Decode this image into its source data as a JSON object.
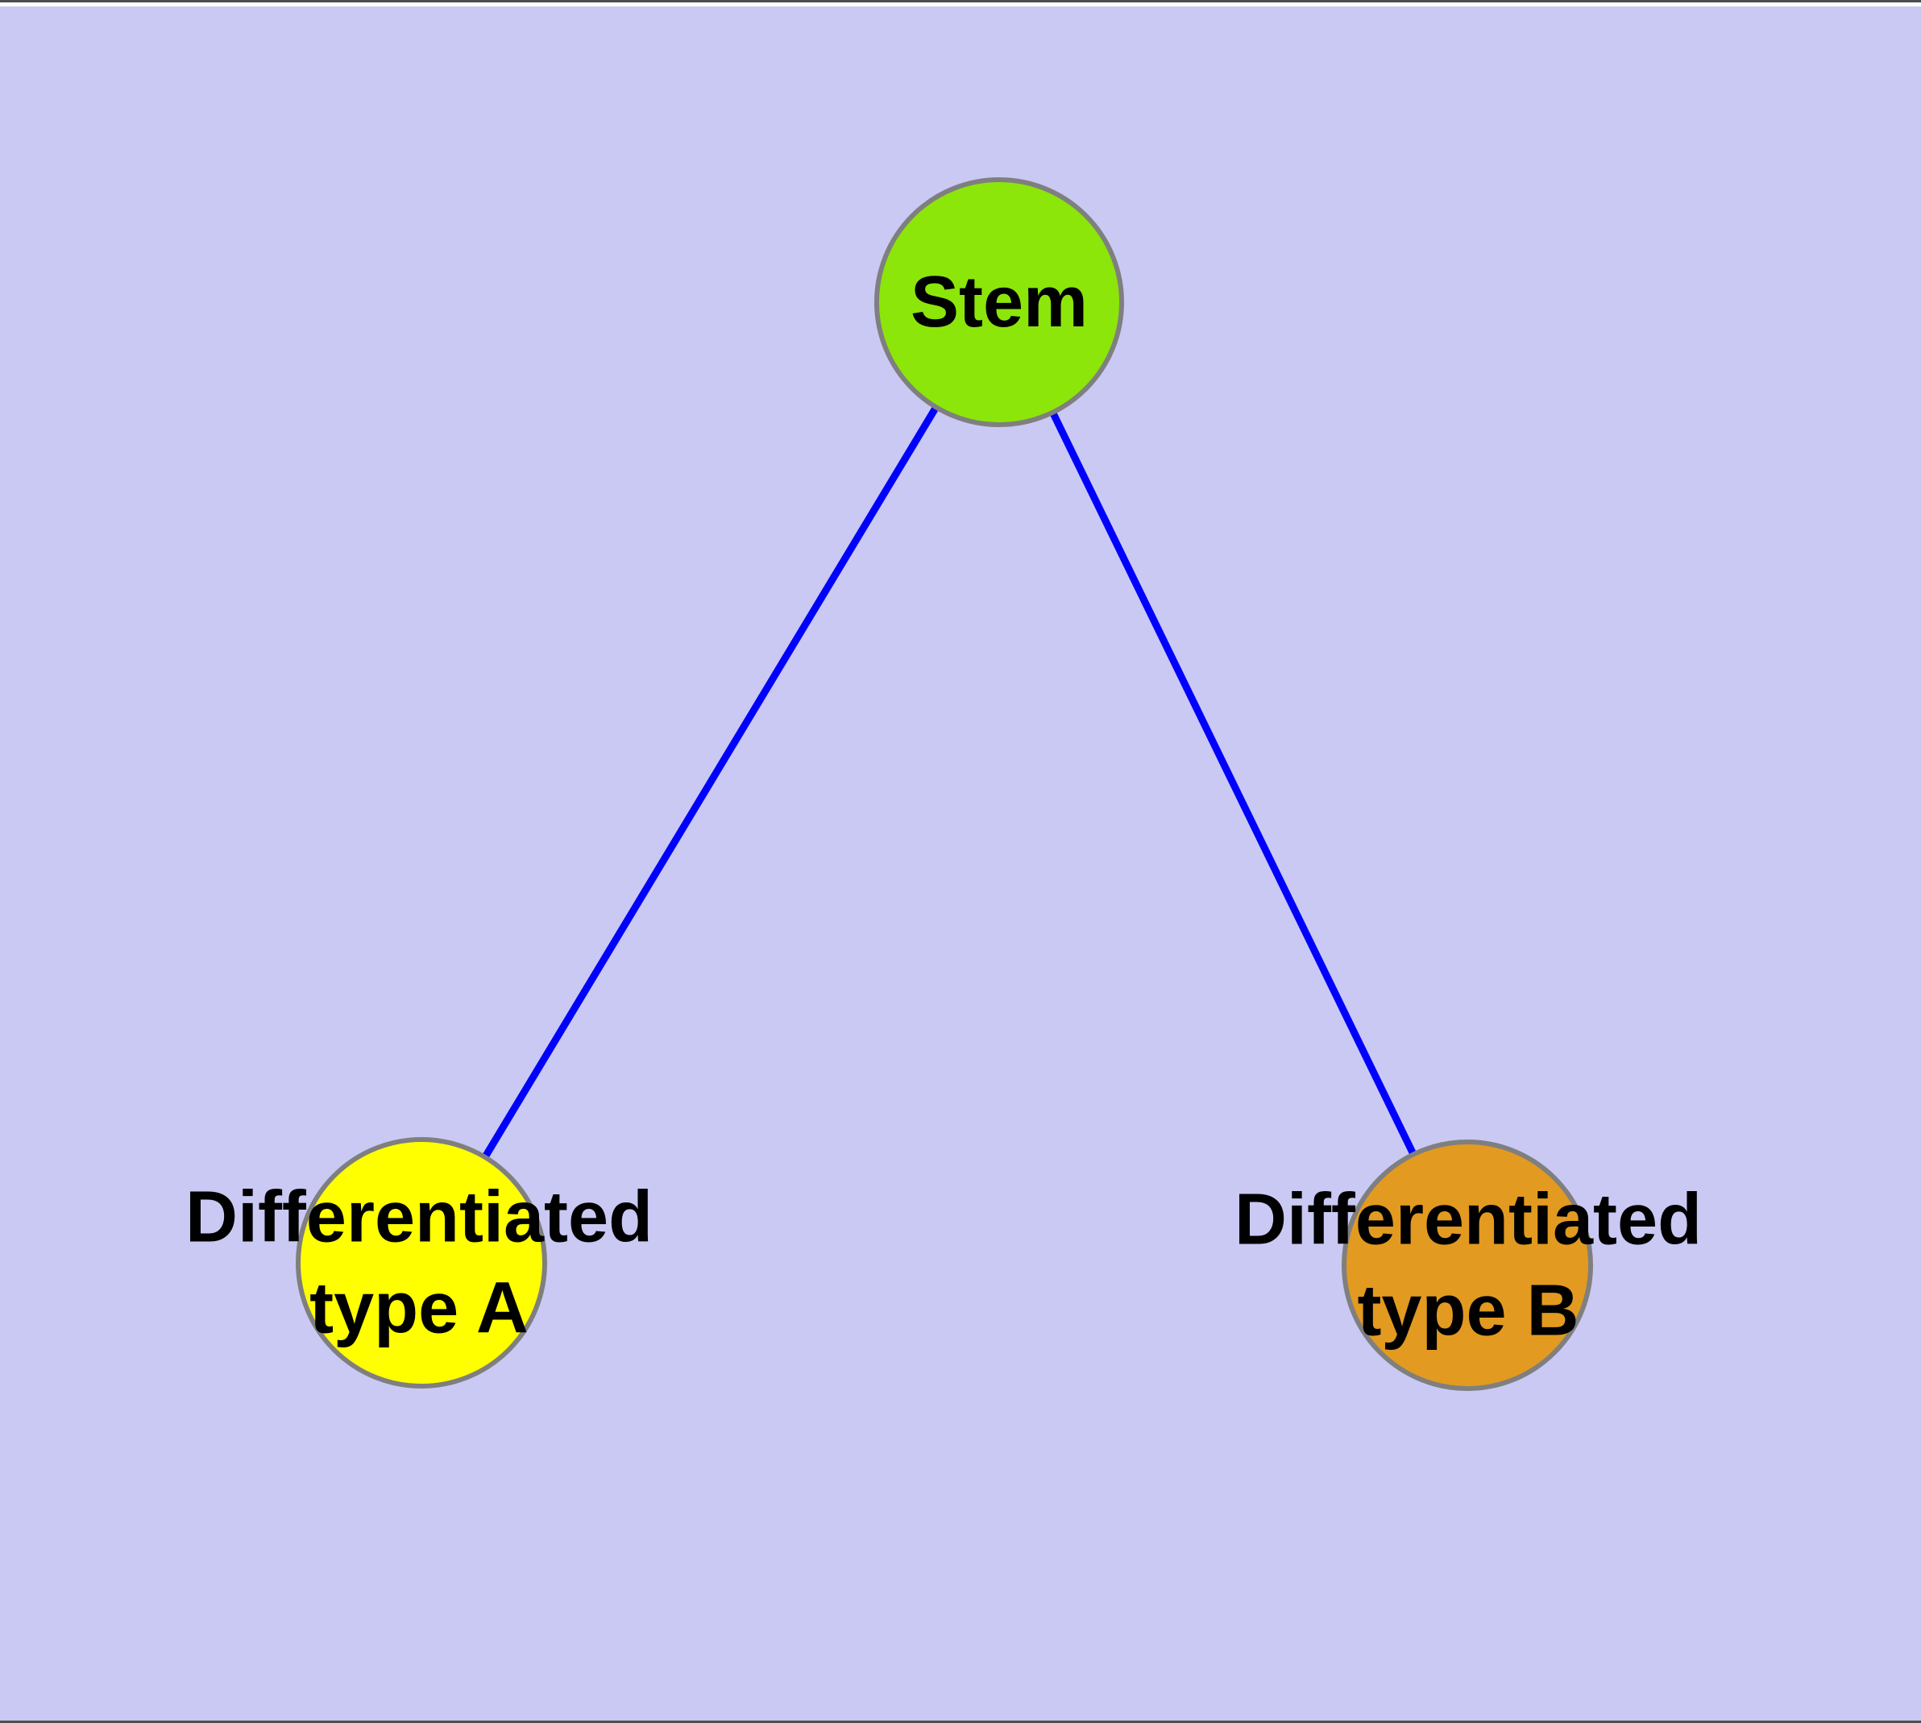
{
  "diagram": {
    "title": "Stem cell differentiation graph",
    "background_color": "#c9c9f3",
    "node_border_color": "#7f7f7f",
    "edge_color": "#0000ff",
    "label_color": "#000000",
    "nodes": [
      {
        "id": "stem",
        "label": "Stem",
        "color": "#8ce60a",
        "shape": "circle"
      },
      {
        "id": "type-a",
        "label": "Differentiated\ntype A",
        "color": "#ffff00",
        "shape": "circle"
      },
      {
        "id": "type-b",
        "label": "Differentiated\ntype B",
        "color": "#e39a20",
        "shape": "circle"
      }
    ],
    "edges": [
      {
        "from": "stem",
        "to": "type-a"
      },
      {
        "from": "stem",
        "to": "type-b"
      }
    ]
  }
}
